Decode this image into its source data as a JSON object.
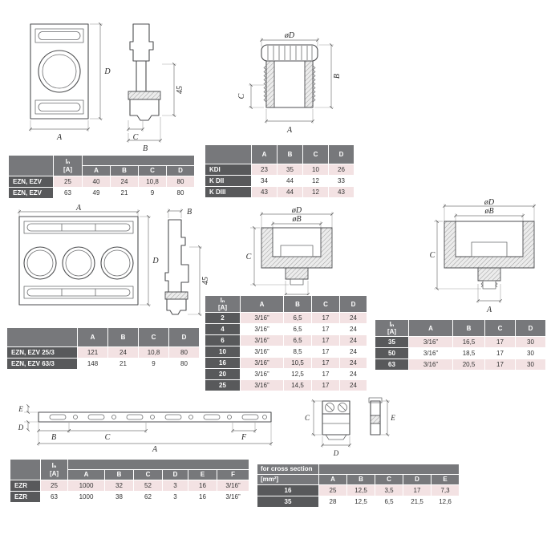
{
  "colors": {
    "header_gray": "#77787b",
    "label_dark": "#58595b",
    "row_pink": "#f3e2e3",
    "row_white": "#ffffff",
    "line": "#4d4e50"
  },
  "dim_labels": {
    "A": "A",
    "B": "B",
    "C": "C",
    "D": "D",
    "E": "E",
    "F": "F",
    "dia_D": "øD",
    "dia_B": "øB",
    "n45": "45"
  },
  "tables": {
    "ezn_ezv": {
      "header": [
        [
          {
            "t": "",
            "rs": 2
          },
          {
            "t": "Iₙ\n[A]",
            "rs": 2
          },
          {
            "t": "",
            "cs": 4
          }
        ],
        [
          {
            "t": "A"
          },
          {
            "t": "B"
          },
          {
            "t": "C"
          },
          {
            "t": "D"
          }
        ]
      ],
      "rows": [
        [
          "EZN, EZV",
          "25",
          "40",
          "24",
          "10,8",
          "80"
        ],
        [
          "EZN, EZV",
          "63",
          "49",
          "21",
          "9",
          "80"
        ]
      ]
    },
    "kd": {
      "header": [
        [
          {
            "t": ""
          },
          {
            "t": "A"
          },
          {
            "t": "B"
          },
          {
            "t": "C"
          },
          {
            "t": "D"
          }
        ]
      ],
      "rows": [
        [
          "KDI",
          "23",
          "35",
          "10",
          "26"
        ],
        [
          "K DII",
          "34",
          "44",
          "12",
          "33"
        ],
        [
          "K DIII",
          "43",
          "44",
          "12",
          "43"
        ]
      ]
    },
    "e_small": {
      "header": [
        [
          {
            "t": "Iₙ\n[A]"
          },
          {
            "t": "A"
          },
          {
            "t": "B"
          },
          {
            "t": "C"
          },
          {
            "t": "D"
          }
        ]
      ],
      "rows": [
        [
          "2",
          "3/16”",
          "6,5",
          "17",
          "24"
        ],
        [
          "4",
          "3/16”",
          "6,5",
          "17",
          "24"
        ],
        [
          "6",
          "3/16”",
          "6,5",
          "17",
          "24"
        ],
        [
          "10",
          "3/16”",
          "8,5",
          "17",
          "24"
        ],
        [
          "16",
          "3/16”",
          "10,5",
          "17",
          "24"
        ],
        [
          "20",
          "3/16”",
          "12,5",
          "17",
          "24"
        ],
        [
          "25",
          "3/16”",
          "14,5",
          "17",
          "24"
        ]
      ]
    },
    "e_large": {
      "header": [
        [
          {
            "t": "Iₙ\n[A]"
          },
          {
            "t": "A"
          },
          {
            "t": "B"
          },
          {
            "t": "C"
          },
          {
            "t": "D"
          }
        ]
      ],
      "rows": [
        [
          "35",
          "3/16”",
          "16,5",
          "17",
          "30"
        ],
        [
          "50",
          "3/16”",
          "18,5",
          "17",
          "30"
        ],
        [
          "63",
          "3/16”",
          "20,5",
          "17",
          "30"
        ]
      ]
    },
    "ezn_ezv_3pole": {
      "header": [
        [
          {
            "t": ""
          },
          {
            "t": "A"
          },
          {
            "t": "B"
          },
          {
            "t": "C"
          },
          {
            "t": "D"
          }
        ]
      ],
      "rows": [
        [
          "EZN, EZV 25/3",
          "121",
          "24",
          "10,8",
          "80"
        ],
        [
          "EZN, EZV 63/3",
          "148",
          "21",
          "9",
          "80"
        ]
      ]
    },
    "ezr": {
      "header": [
        [
          {
            "t": "",
            "rs": 2
          },
          {
            "t": "Iₙ\n[A]",
            "rs": 2
          },
          {
            "t": "",
            "cs": 6
          }
        ],
        [
          {
            "t": "A"
          },
          {
            "t": "B"
          },
          {
            "t": "C"
          },
          {
            "t": "D"
          },
          {
            "t": "E"
          },
          {
            "t": "F"
          }
        ]
      ],
      "rows": [
        [
          "EZR",
          "25",
          "1000",
          "32",
          "52",
          "3",
          "16",
          "3/16”"
        ],
        [
          "EZR",
          "63",
          "1000",
          "38",
          "62",
          "3",
          "16",
          "3/16”"
        ]
      ]
    },
    "cross_section": {
      "header": [
        [
          {
            "t": "for cross section"
          },
          {
            "t": "",
            "cs": 5
          }
        ],
        [
          {
            "t": "[mm²]"
          },
          {
            "t": "A"
          },
          {
            "t": "B"
          },
          {
            "t": "C"
          },
          {
            "t": "D"
          },
          {
            "t": "E"
          }
        ]
      ],
      "rows": [
        [
          "16",
          "25",
          "12,5",
          "3,5",
          "17",
          "7,3"
        ],
        [
          "35",
          "28",
          "12,5",
          "6,5",
          "21,5",
          "12,6"
        ]
      ]
    }
  }
}
